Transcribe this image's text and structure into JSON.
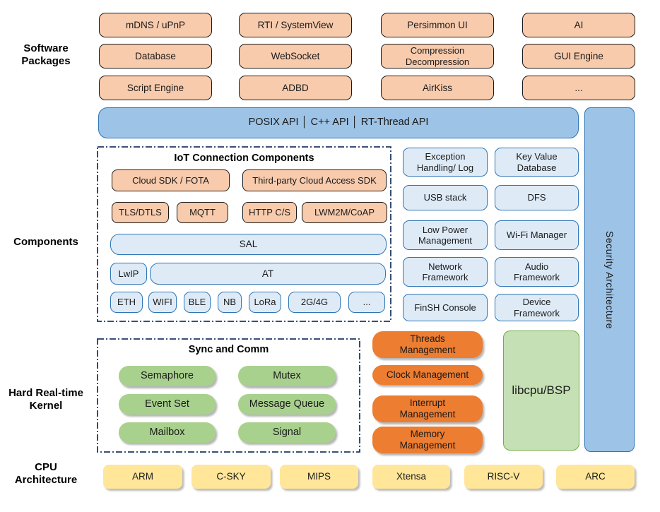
{
  "colors": {
    "peach_fill": "#F8CBAD",
    "blue_fill": "#9DC3E6",
    "blue_border": "#2E75B6",
    "lightblue_fill": "#DEEBF7",
    "green_pill": "#A9D18E",
    "lightgreen_fill": "#C5E0B4",
    "lightgreen_border": "#70AD47",
    "orange_fill": "#ED7D31",
    "yellow_fill": "#FFE699",
    "dash_border": "#1F3864"
  },
  "side_labels": {
    "software_packages": "Software\nPackages",
    "components": "Components",
    "kernel": "Hard Real-time\nKernel",
    "cpu": "CPU\nArchitecture"
  },
  "software_packages": {
    "rows": [
      [
        "mDNS / uPnP",
        "RTI / SystemView",
        "Persimmon UI",
        "AI"
      ],
      [
        "Database",
        "WebSocket",
        "Compression\nDecompression",
        "GUI Engine"
      ],
      [
        "Script Engine",
        "ADBD",
        "AirKiss",
        "..."
      ]
    ]
  },
  "api_bar": {
    "label": "POSIX API  │  C++ API  │  RT-Thread API"
  },
  "security_bar": {
    "label": "Security Architecture"
  },
  "iot": {
    "title": "IoT Connection Components",
    "row1": [
      "Cloud SDK / FOTA",
      "Third-party Cloud Access SDK"
    ],
    "row2": [
      "TLS/DTLS",
      "MQTT",
      "HTTP C/S",
      "LWM2M/CoAP"
    ],
    "sal": "SAL",
    "lwip": "LwIP",
    "at": "AT",
    "links": [
      "ETH",
      "WIFI",
      "BLE",
      "NB",
      "LoRa",
      "2G/4G",
      "..."
    ]
  },
  "services": {
    "rows": [
      [
        "Exception\nHandling/ Log",
        "Key Value\nDatabase"
      ],
      [
        "USB stack",
        "DFS"
      ],
      [
        "Low Power\nManagement",
        "Wi-Fi Manager"
      ],
      [
        "Network\nFramework",
        "Audio\nFramework"
      ],
      [
        "FinSH Console",
        "Device\nFramework"
      ]
    ]
  },
  "kernel": {
    "sync_title": "Sync and Comm",
    "sync_rows": [
      [
        "Semaphore",
        "Mutex"
      ],
      [
        "Event Set",
        "Message Queue"
      ],
      [
        "Mailbox",
        "Signal"
      ]
    ],
    "management": [
      "Threads\nManagement",
      "Clock Management",
      "Interrupt\nManagement",
      "Memory\nManagement"
    ],
    "libcpu": "libcpu/BSP"
  },
  "cpu": {
    "items": [
      "ARM",
      "C-SKY",
      "MIPS",
      "Xtensa",
      "RISC-V",
      "ARC"
    ]
  }
}
